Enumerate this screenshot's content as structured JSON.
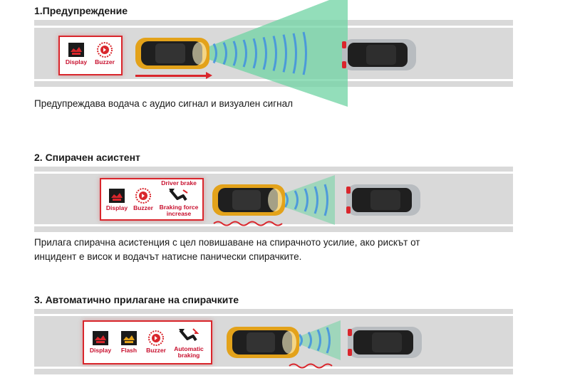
{
  "sections": [
    {
      "title": "1.Предупреждение",
      "caption": "Предупреждава водача с аудио сигнал и визуален сигнал",
      "icons": [
        {
          "label": "Display",
          "icon": "display-icon"
        },
        {
          "label": "Buzzer",
          "icon": "buzzer-icon"
        }
      ]
    },
    {
      "title": "2. Спирачен асистент",
      "caption": "Прилага спирачна асистенция с цел повишаване на спирачното усилие, ако рискът от инцидент е висок и водачът натисне панически спирачките.",
      "icons": [
        {
          "label": "Display",
          "icon": "display-icon"
        },
        {
          "label": "Buzzer",
          "icon": "buzzer-icon"
        },
        {
          "label": "Braking force increase",
          "icon": "brake-pedal-icon",
          "top_label": "Driver brake"
        }
      ]
    },
    {
      "title": "3. Автоматично прилагане на спирачките",
      "icons": [
        {
          "label": "Display",
          "icon": "display-icon"
        },
        {
          "label": "Flash",
          "icon": "flash-icon"
        },
        {
          "label": "Buzzer",
          "icon": "buzzer-icon"
        },
        {
          "label": "Automatic braking",
          "icon": "auto-brake-icon"
        }
      ]
    }
  ],
  "colors": {
    "accent_red": "#d9262c",
    "radar_green": "#6fd3a3",
    "radar_blue": "#3f8fe0",
    "road": "#d9d9d9",
    "own_car": "#e3a21a",
    "lead_car": "#b8bcc0"
  }
}
